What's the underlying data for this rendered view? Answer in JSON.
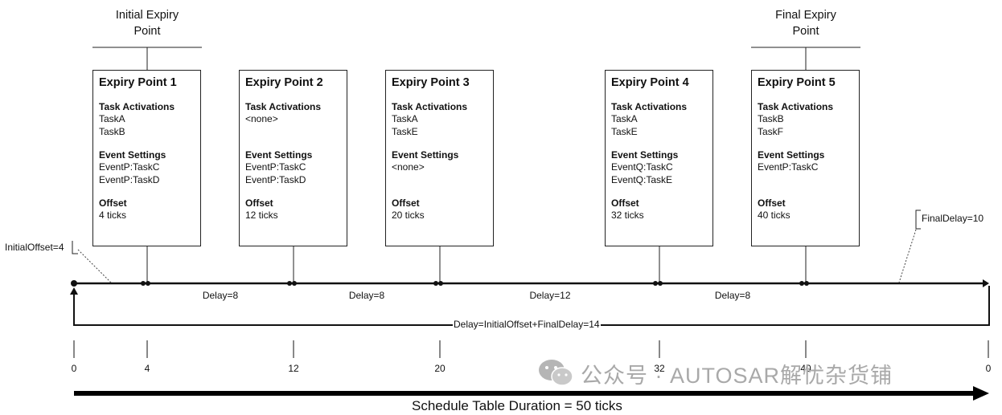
{
  "expiry_point_labels": {
    "initial": [
      "Initial Expiry",
      "Point"
    ],
    "final": [
      "Final Expiry",
      "Point"
    ]
  },
  "expiry_points": [
    {
      "title": "Expiry Point 1",
      "task_header": "Task Activations",
      "tasks": [
        "TaskA",
        "TaskB"
      ],
      "event_header": "Event Settings",
      "events": [
        "EventP:TaskC",
        "EventP:TaskD"
      ],
      "offset_header": "Offset",
      "offset": "4 ticks"
    },
    {
      "title": "Expiry Point 2",
      "task_header": "Task Activations",
      "tasks": [
        "<none>"
      ],
      "event_header": "Event Settings",
      "events": [
        "EventP:TaskC",
        "EventP:TaskD"
      ],
      "offset_header": "Offset",
      "offset": "12 ticks"
    },
    {
      "title": "Expiry Point 3",
      "task_header": "Task Activations",
      "tasks": [
        "TaskA",
        "TaskE"
      ],
      "event_header": "Event Settings",
      "events": [
        "<none>"
      ],
      "offset_header": "Offset",
      "offset": "20 ticks"
    },
    {
      "title": "Expiry Point 4",
      "task_header": "Task Activations",
      "tasks": [
        "TaskA",
        "TaskE"
      ],
      "event_header": "Event Settings",
      "events": [
        "EventQ:TaskC",
        "EventQ:TaskE"
      ],
      "offset_header": "Offset",
      "offset": "32 ticks"
    },
    {
      "title": "Expiry Point 5",
      "task_header": "Task Activations",
      "tasks": [
        "TaskB",
        "TaskF"
      ],
      "event_header": "Event Settings",
      "events": [
        "EventP:TaskC"
      ],
      "offset_header": "Offset",
      "offset": "40 ticks"
    }
  ],
  "annotations": {
    "initial_offset": "InitialOffset=4",
    "final_delay": "FinalDelay=10",
    "wrap_delay": "Delay=InitialOffset+FinalDelay=14"
  },
  "delays": [
    "Delay=8",
    "Delay=8",
    "Delay=12",
    "Delay=8"
  ],
  "ticks": [
    "0",
    "4",
    "12",
    "20",
    "32",
    "40",
    "0"
  ],
  "duration_label": "Schedule Table Duration = 50 ticks",
  "watermark": "公众号 · AUTOSAR解忧杂货铺"
}
